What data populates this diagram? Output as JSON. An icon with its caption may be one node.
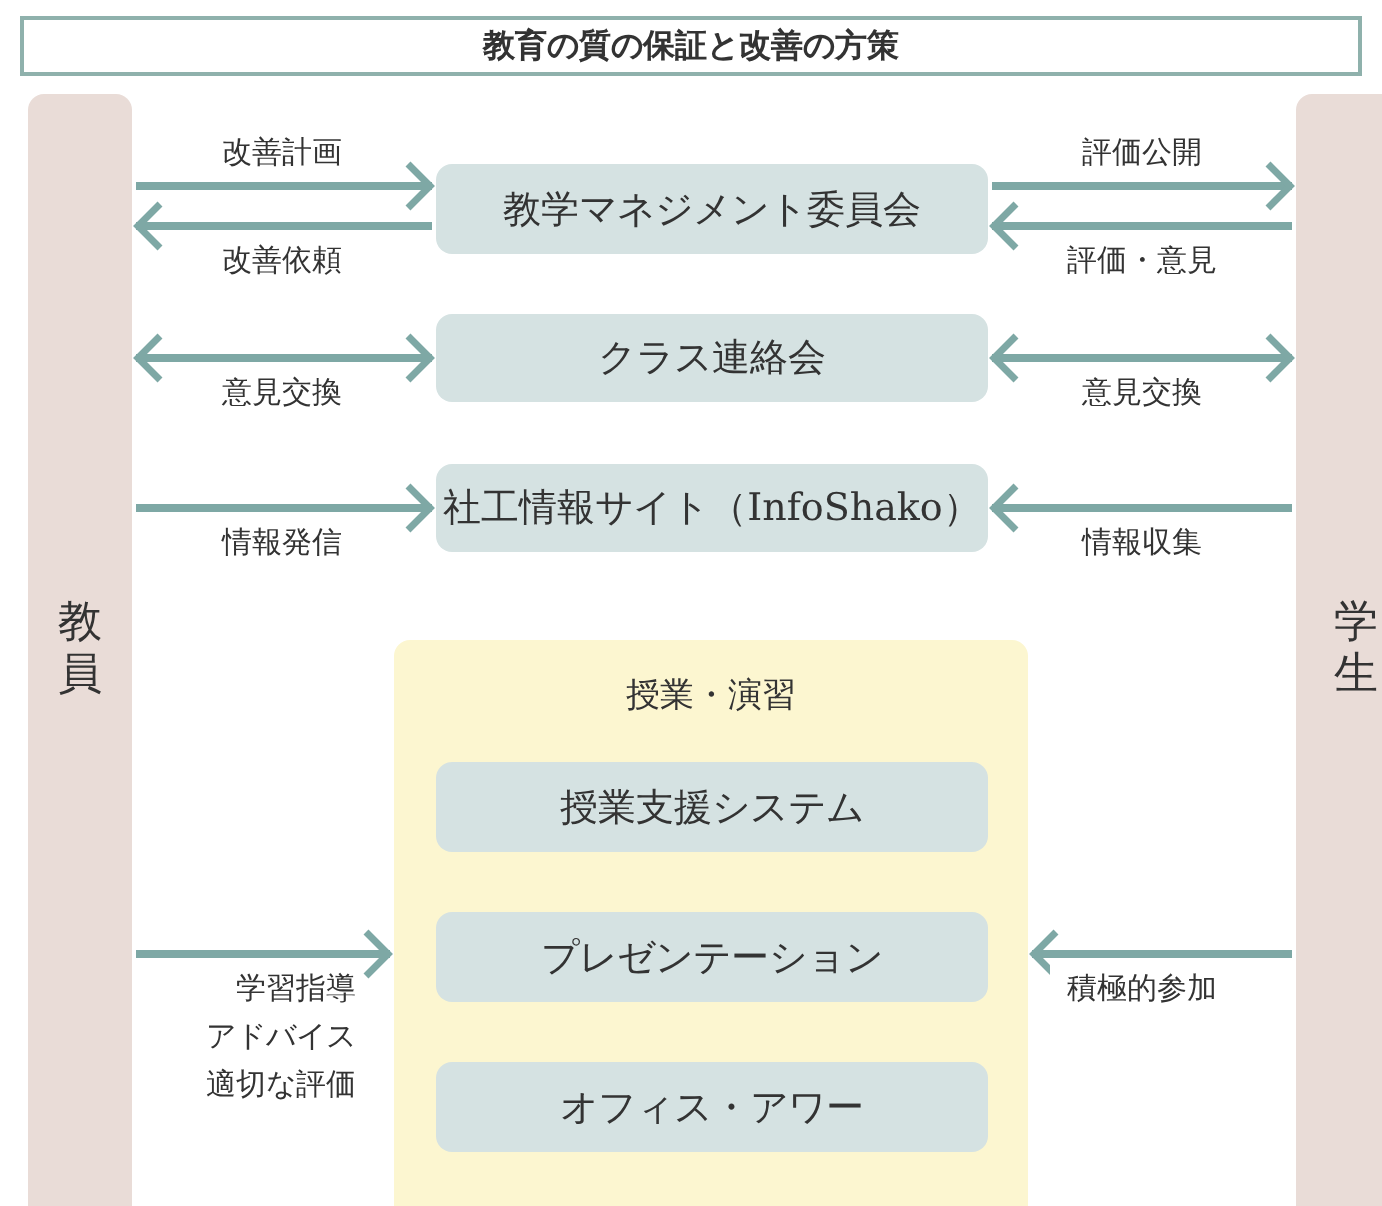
{
  "diagram": {
    "title": "教育の質の保証と改善の方策",
    "nodes": [
      {
        "text": [
          "教員"
        ]
      },
      {
        "text": [
          "学生"
        ]
      },
      {
        "text": [
          "教学マネジメント委員会"
        ]
      },
      {
        "text": [
          "クラス連絡会"
        ]
      },
      {
        "text": [
          "社工情報サイト（InfoShako）"
        ]
      },
      {
        "text": [
          "授業・演習"
        ]
      },
      {
        "text": [
          "授業支援システム"
        ],
        "in": 5
      },
      {
        "text": [
          "プレゼンテーション"
        ],
        "in": 5
      },
      {
        "text": [
          "オフィス・アワー"
        ],
        "in": 5
      }
    ],
    "edges": [
      {
        "from": 0,
        "to": 2,
        "arrow": "to",
        "label": "改善計画"
      },
      {
        "from": 2,
        "to": 0,
        "arrow": "to",
        "label": "改善依頼"
      },
      {
        "from": 2,
        "to": 1,
        "arrow": "to",
        "label": "評価公開"
      },
      {
        "from": 1,
        "to": 2,
        "arrow": "to",
        "label": "評価・意見"
      },
      {
        "from": 0,
        "to": 3,
        "arrow": "both",
        "label": "意見交換"
      },
      {
        "from": 1,
        "to": 3,
        "arrow": "both",
        "label": "意見交換"
      },
      {
        "from": 0,
        "to": 4,
        "arrow": "to",
        "label": "情報発信"
      },
      {
        "from": 1,
        "to": 4,
        "arrow": "to",
        "label": "情報収集"
      },
      {
        "from": 0,
        "to": 5,
        "arrow": "to",
        "label": "学習指導アドバイス適切な評価"
      },
      {
        "from": 1,
        "to": 5,
        "arrow": "to",
        "label": "積極的参加"
      }
    ]
  }
}
